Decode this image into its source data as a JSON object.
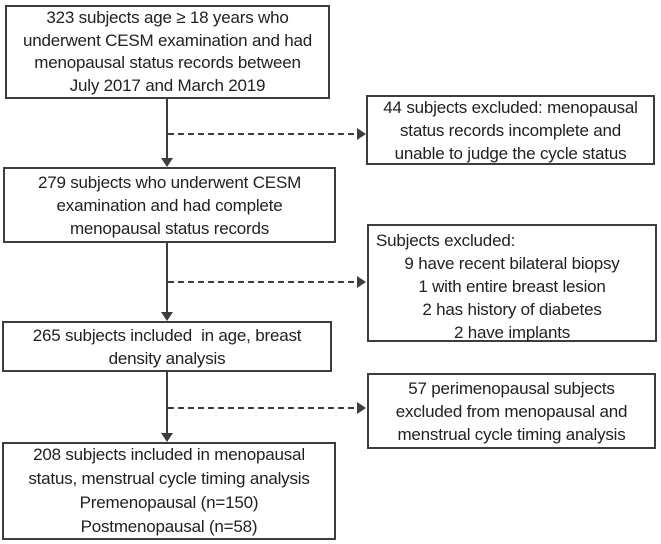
{
  "flowchart": {
    "boxes": [
      {
        "id": "enrolled-323",
        "lines": [
          "323 subjects age ≥ 18 years who",
          "underwent CESM examination and had",
          "menopausal status records between",
          "July 2017 and March 2019"
        ]
      },
      {
        "id": "excluded-44",
        "lines": [
          "44 subjects excluded: menopausal",
          "status records incomplete and",
          "unable to judge the cycle status"
        ]
      },
      {
        "id": "complete-records-279",
        "lines": [
          "279 subjects who underwent CESM",
          "examination and had complete",
          "menopausal status records"
        ]
      },
      {
        "id": "excluded-other",
        "lines": [
          "Subjects excluded:",
          "9 have recent bilateral biopsy",
          "1 with entire breast lesion",
          "2 has history of diabetes",
          "2 have implants"
        ]
      },
      {
        "id": "included-265",
        "lines": [
          "265 subjects included  in age, breast",
          "density analysis"
        ]
      },
      {
        "id": "excluded-perimenopausal-57",
        "lines": [
          "57 perimenopausal subjects",
          "excluded from menopausal and",
          "menstrual cycle timing analysis"
        ]
      },
      {
        "id": "included-208",
        "lines": [
          "208 subjects included in menopausal",
          "status, menstrual cycle timing analysis",
          "Premenopausal (n=150)",
          "Postmenopausal (n=58)"
        ]
      }
    ]
  },
  "colors": {
    "background": "#ffffff",
    "box_border": "#3d3d3d",
    "text": "#212121",
    "arrow": "#3d3d3d"
  }
}
